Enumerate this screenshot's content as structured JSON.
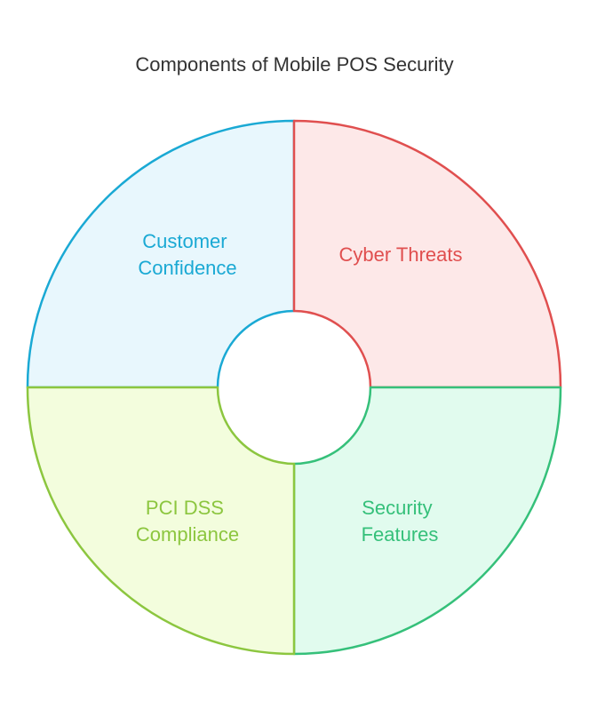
{
  "title": "Components of Mobile POS Security",
  "segments": [
    {
      "id": "customer-confidence",
      "lines": [
        "Customer",
        "Confidence"
      ],
      "stroke": "#1aa9d4",
      "fill": "#e8f7fd",
      "text_color": "#1aa9d4"
    },
    {
      "id": "cyber-threats",
      "lines": [
        "Cyber Threats"
      ],
      "stroke": "#e04f4f",
      "fill": "#fde8e8",
      "text_color": "#e04f4f"
    },
    {
      "id": "security-features",
      "lines": [
        "Security",
        "Features"
      ],
      "stroke": "#35c07a",
      "fill": "#e1fbee",
      "text_color": "#35c07a"
    },
    {
      "id": "pci-dss-compliance",
      "lines": [
        "PCI DSS",
        "Compliance"
      ],
      "stroke": "#8cc63f",
      "fill": "#f3fddd",
      "text_color": "#8cc63f"
    }
  ]
}
